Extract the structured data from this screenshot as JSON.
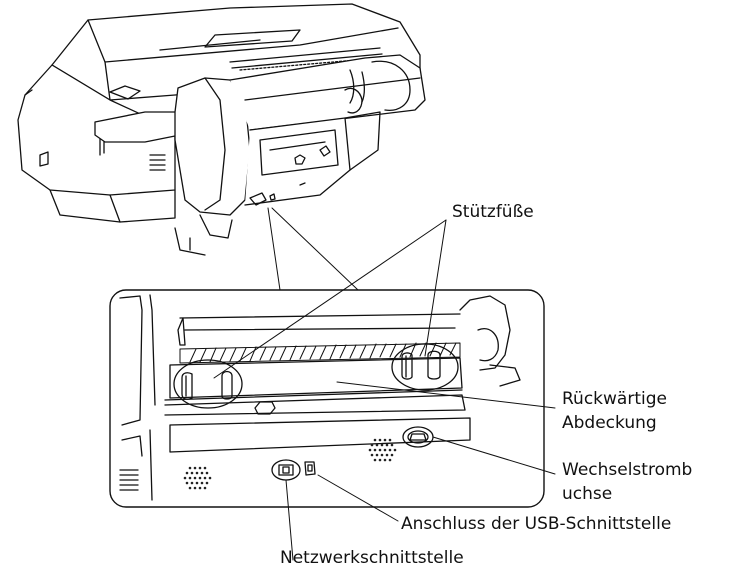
{
  "labels": {
    "support_feet": "Stützfüße",
    "rear_cover_line1": "Rückwärtige",
    "rear_cover_line2": "Abdeckung",
    "ac_inlet_line1": "Wechselstromb",
    "ac_inlet_line2": "uchse",
    "usb_port": "Anschluss der USB-Schnittstelle",
    "network_port": "Netzwerkschnittstelle"
  },
  "colors": {
    "line": "#111111",
    "background": "#ffffff"
  }
}
